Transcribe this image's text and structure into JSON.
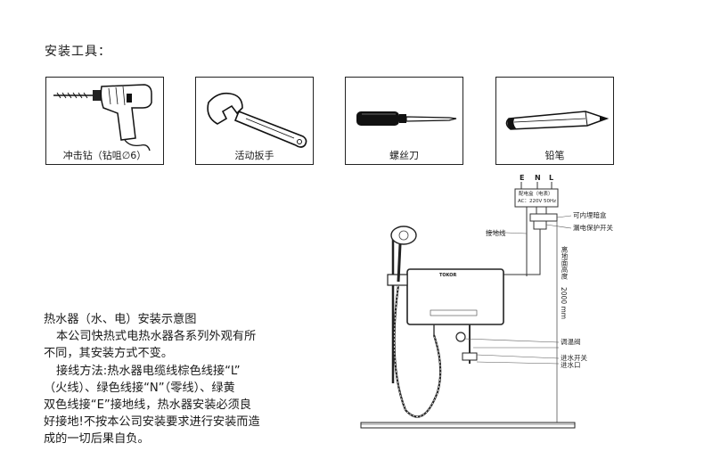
{
  "title": "安装工具：",
  "tools": [
    {
      "label": "冲击钻（钻咀∅6）",
      "icon": "impact-drill-icon"
    },
    {
      "label": "活动扳手",
      "icon": "adjustable-wrench-icon"
    },
    {
      "label": "螺丝刀",
      "icon": "screwdriver-icon"
    },
    {
      "label": "铅笔",
      "icon": "pencil-icon"
    }
  ],
  "description": {
    "heading": "热水器（水、电）安装示意图",
    "para1_line1": "本公司快热式电热水器各系列外观有所",
    "para1_line2": "不同，其安装方式不变。",
    "para2_line1": "接线方法:热水器电缆线棕色线接“L”",
    "para2_line2": "（火线）、绿色线接“N”（零线）、绿黄",
    "para2_line3": "双色线接“E”接地线，热水器安装必须良",
    "para2_line4": "好接地!不按本公司安装要求进行安装而造",
    "para2_line5": "成的一切后果自负。"
  },
  "diagram": {
    "terminals": [
      "E",
      "N",
      "L"
    ],
    "panel_line1": "配电盒（电表）",
    "panel_line2": "AC：220V 50Hz",
    "junction_box": "可内埋暗盒",
    "leakage_switch": "漏电保护开关",
    "ground_wire": "接地线",
    "height_label": "离地面高度",
    "height_value": "2000 mm",
    "brand": "TOKOR",
    "temp_valve": "调温阀",
    "inlet_switch": "进水开关",
    "inlet": "进水口"
  }
}
